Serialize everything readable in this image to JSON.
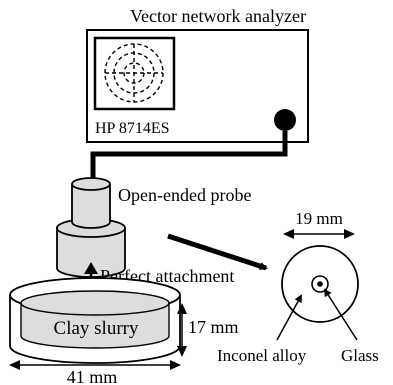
{
  "labels": {
    "vna_title": "Vector network analyzer",
    "vna_model": "HP 8714ES",
    "probe": "Open-ended probe",
    "attachment": "Perfect attachment",
    "slurry": "Clay slurry",
    "height": "17 mm",
    "width": "41 mm",
    "probe_diameter": "19 mm",
    "inconel": "Inconel alloy",
    "glass": "Glass"
  },
  "colors": {
    "stroke": "#000000",
    "shade": "#d9d9d9",
    "background": "#ffffff"
  }
}
